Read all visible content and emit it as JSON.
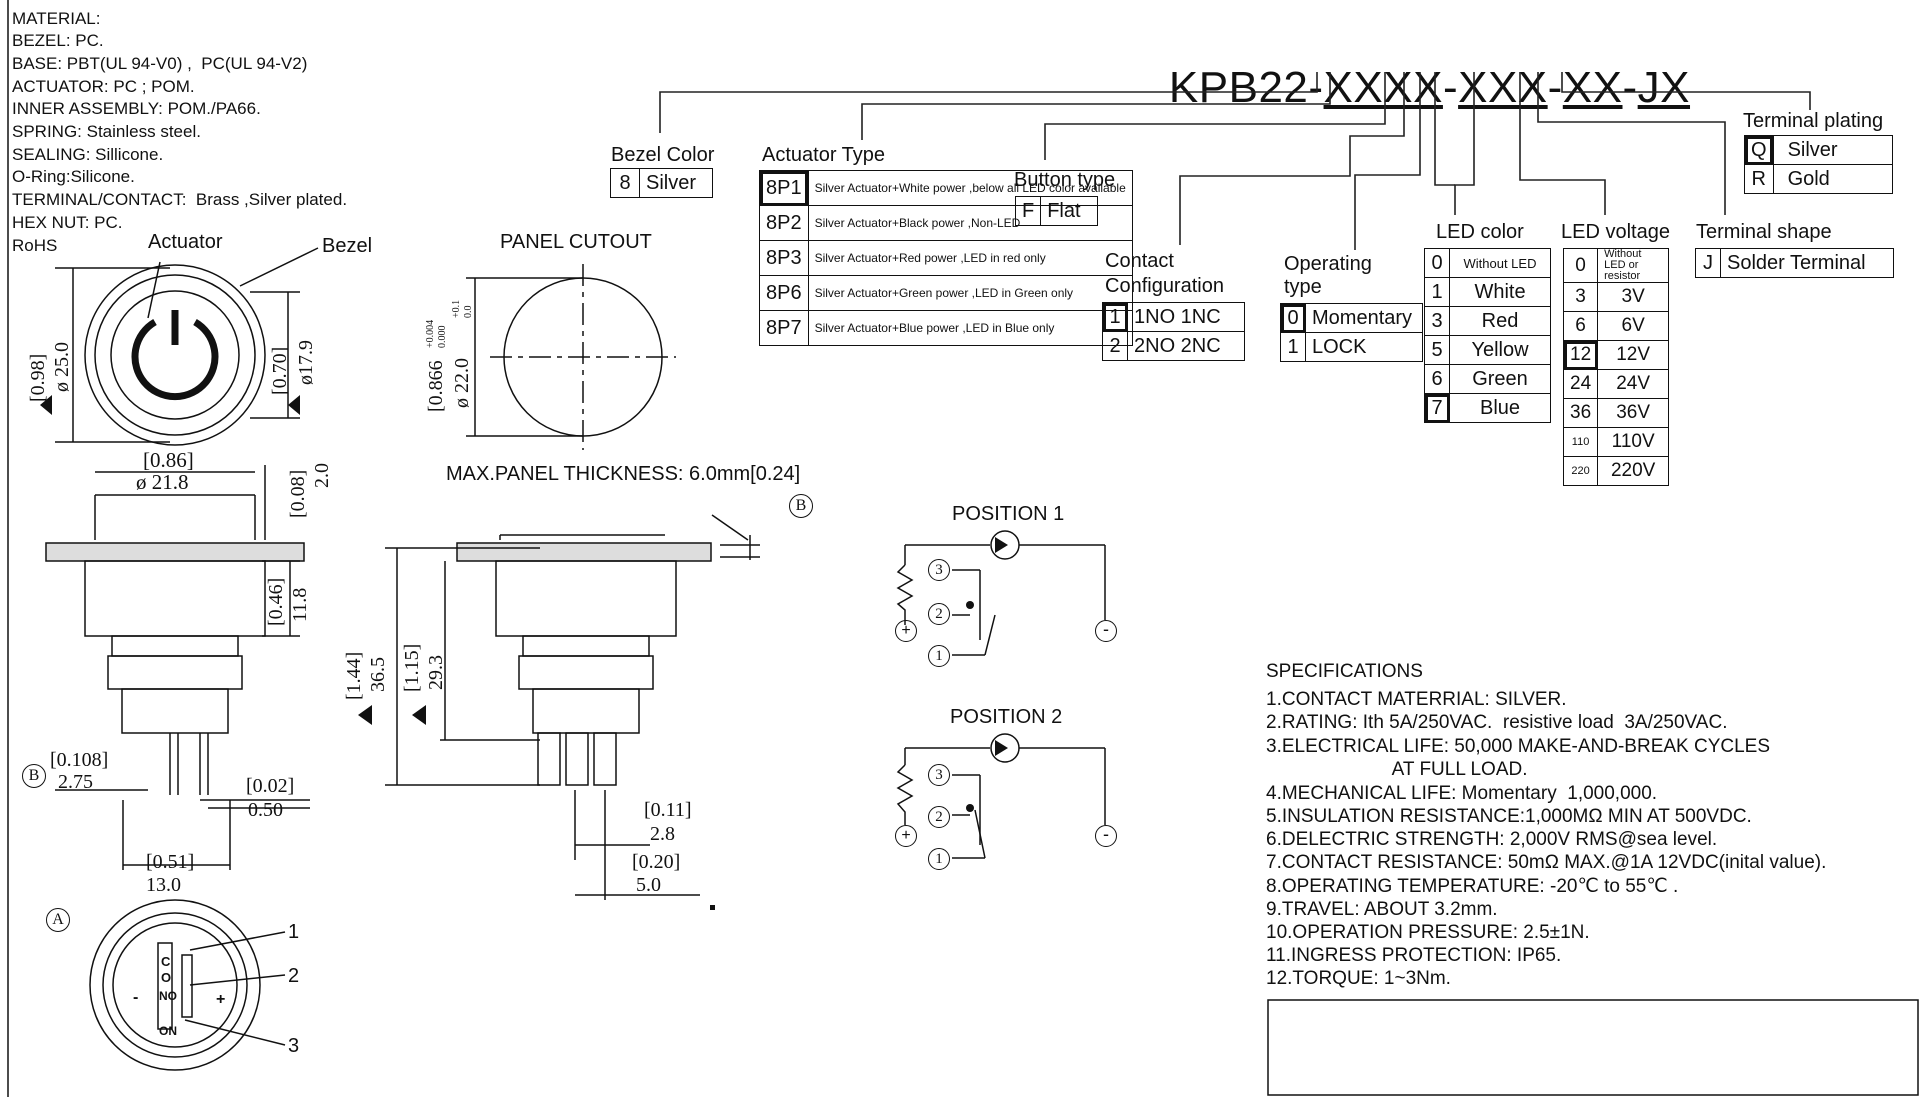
{
  "material": {
    "lines": [
      "MATERIAL:",
      "BEZEL: PC.",
      "BASE: PBT(UL 94-V0) ,  PC(UL 94-V2)",
      "ACTUATOR: PC ; POM.",
      "INNER ASSEMBLY: POM./PA66.",
      "SPRING: Stainless steel.",
      "SEALING: Sillicone.",
      "O-Ring:Silicone.",
      "TERMINAL/CONTACT:  Brass ,Silver plated.",
      "HEX NUT: PC.",
      "RoHS"
    ]
  },
  "part_code": {
    "prefix": "KPB22-",
    "seg1": "XXXX",
    "d1": "-",
    "seg2": "XXX",
    "d2": "-",
    "seg3": "XX",
    "d3": "-",
    "seg4": "JX"
  },
  "options": {
    "bezel": {
      "title": "Bezel Color",
      "rows": [
        [
          "8",
          "Silver"
        ]
      ]
    },
    "actuator": {
      "title": "Actuator Type",
      "rows": [
        [
          "8P1",
          "Silver Actuator+White power ,below all LED color available"
        ],
        [
          "8P2",
          "Silver Actuator+Black power ,Non-LED"
        ],
        [
          "8P3",
          "Silver Actuator+Red power ,LED in red only"
        ],
        [
          "8P6",
          "Silver Actuator+Green power ,LED in Green only"
        ],
        [
          "8P7",
          "Silver Actuator+Blue power ,LED in Blue only"
        ]
      ]
    },
    "button": {
      "title": "Button type",
      "rows": [
        [
          "F",
          "Flat"
        ]
      ]
    },
    "contact": {
      "title_1": "Contact",
      "title_2": "Configuration",
      "rows": [
        [
          "1",
          "1NO 1NC"
        ],
        [
          "2",
          "2NO 2NC"
        ]
      ]
    },
    "operating": {
      "title_1": "Operating",
      "title_2": "type",
      "rows": [
        [
          "0",
          "Momentary"
        ],
        [
          "1",
          "LOCK"
        ]
      ]
    },
    "led_color": {
      "title": "LED color",
      "rows": [
        [
          "0",
          "Without LED"
        ],
        [
          "1",
          "White"
        ],
        [
          "3",
          "Red"
        ],
        [
          "5",
          "Yellow"
        ],
        [
          "6",
          "Green"
        ],
        [
          "7",
          "Blue"
        ]
      ]
    },
    "led_voltage": {
      "title": "LED voltage",
      "rows": [
        [
          "0",
          "Without LED or resistor"
        ],
        [
          "3",
          "3V"
        ],
        [
          "6",
          "6V"
        ],
        [
          "12",
          "12V"
        ],
        [
          "24",
          "24V"
        ],
        [
          "36",
          "36V"
        ],
        [
          "110",
          "110V"
        ],
        [
          "220",
          "220V"
        ]
      ]
    },
    "terminal_shape": {
      "title": "Terminal shape",
      "rows": [
        [
          "J",
          "Solder Terminal"
        ]
      ]
    },
    "terminal_plating": {
      "title": "Terminal plating",
      "rows": [
        [
          "Q",
          "Silver"
        ],
        [
          "R",
          "Gold"
        ]
      ]
    }
  },
  "drawing": {
    "actuator_label": "Actuator",
    "bezel_label": "Bezel",
    "panel_cutout": "PANEL CUTOUT",
    "max_panel": "MAX.PANEL THICKNESS: 6.0mm[0.24]",
    "position_1": "POSITION 1",
    "position_2": "POSITION 2",
    "dims": {
      "d_098": "[0.98]",
      "d_250": "ø 25.0",
      "d_070": "[0.70]",
      "d_179": "ø17.9",
      "d_0866": "[0.866",
      "d_tol1": "+0.004",
      "d_tol2": "0.000",
      "d_tol3": "+0.1",
      "d_tol4": "0.0",
      "d_220": "ø 22.0",
      "d_086": "[0.86]",
      "d_218": "ø 21.8",
      "d_008": "[0.08]",
      "d_20": "2.0",
      "d_046": "[0.46]",
      "d_118": "11.8",
      "d_144": "[1.44]",
      "d_365": "36.5",
      "d_115": "[1.15]",
      "d_293": "29.3",
      "d_0108": "[0.108]",
      "d_275": "2.75",
      "d_002": "[0.02]",
      "d_050": "0.50",
      "d_051": "[0.51]",
      "d_130": "13.0",
      "d_011": "[0.11]",
      "d_28": "2.8",
      "d_020": "[0.20]",
      "d_50": "5.0"
    },
    "marker_a": "A",
    "marker_b": "B",
    "term_1": "1",
    "term_2": "2",
    "term_3": "3",
    "pin_c": "C",
    "pin_o": "O",
    "pin_no": "NO",
    "pin_on": "ON",
    "pin_plus": "+",
    "pin_minus": "-",
    "node_1": "1",
    "node_2": "2",
    "node_3": "3"
  },
  "specifications": {
    "title": "SPECIFICATIONS",
    "items": [
      "1.CONTACT MATERRIAL: SILVER.",
      "2.RATING: Ith 5A/250VAC.  resistive load  3A/250VAC.",
      "3.ELECTRICAL LIFE: 50,000 MAKE-AND-BREAK CYCLES",
      "                        AT FULL LOAD.",
      "4.MECHANICAL LIFE: Momentary  1,000,000.",
      "5.INSULATION RESISTANCE:1,000MΩ MIN AT 500VDC.",
      "6.DELECTRIC STRENGTH: 2,000V RMS@sea level.",
      "7.CONTACT RESISTANCE: 50mΩ MAX.@1A 12VDC(inital value).",
      "8.OPERATING TEMPERATURE: -20℃ to 55℃ .",
      "9.TRAVEL: ABOUT 3.2mm.",
      "10.OPERATION PRESSURE: 2.5±1N.",
      "11.INGRESS PROTECTION: IP65.",
      "12.TORQUE: 1~3Nm."
    ]
  }
}
